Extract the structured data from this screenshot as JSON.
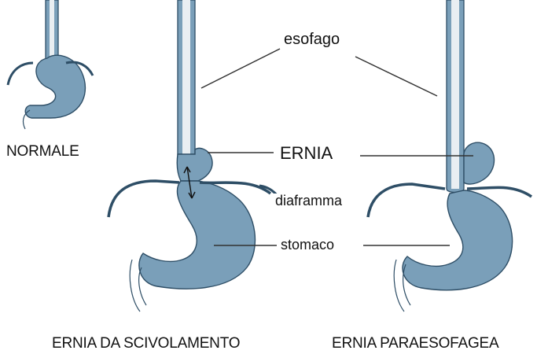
{
  "labels": {
    "esofago": "esofago",
    "ernia": "ERNIA",
    "diaframma": "diaframma",
    "stomaco": "stomaco",
    "normale": "NORMALE",
    "caption_left": "ERNIA DA SCIVOLAMENTO",
    "caption_right": "ERNIA PARAESOFAGEA"
  },
  "colors": {
    "organ_fill": "#7a9fb9",
    "organ_stroke": "#2e4e66",
    "lumen_fill": "#e9eef2",
    "leader_line": "#333333"
  }
}
